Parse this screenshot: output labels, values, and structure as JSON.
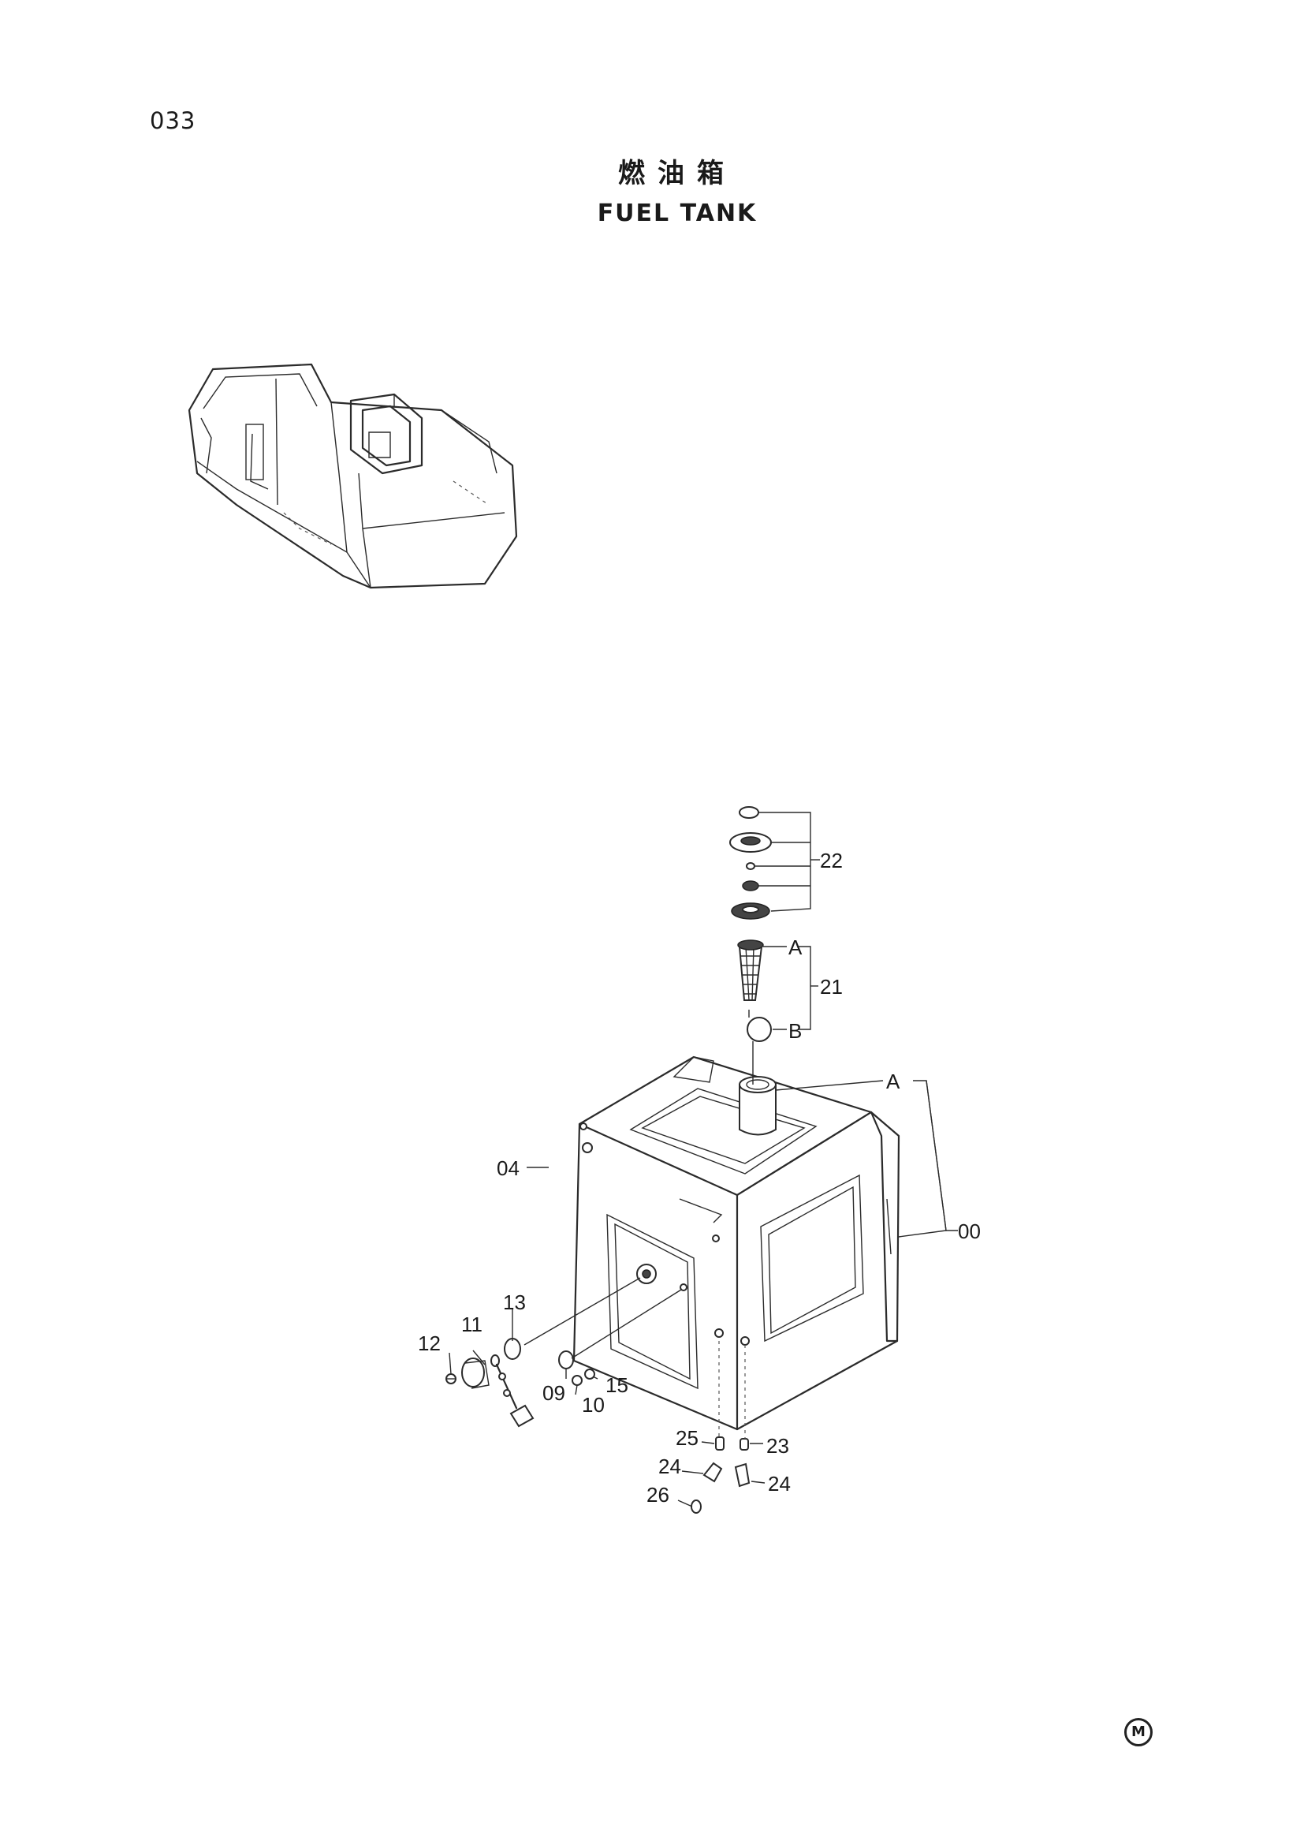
{
  "page": {
    "number": "033"
  },
  "title": {
    "cn": "燃油箱",
    "en": "FUEL TANK"
  },
  "labels": {
    "l22": "22",
    "lA1": "A",
    "l21": "21",
    "lB": "B",
    "lA2": "A",
    "l00": "00",
    "l04": "04",
    "l13": "13",
    "l12": "12",
    "l11": "11",
    "l09": "09",
    "l10": "10",
    "l15": "15",
    "l25": "25",
    "l23": "23",
    "l24a": "24",
    "l24b": "24",
    "l26": "26"
  },
  "logo": {
    "text": "M"
  }
}
